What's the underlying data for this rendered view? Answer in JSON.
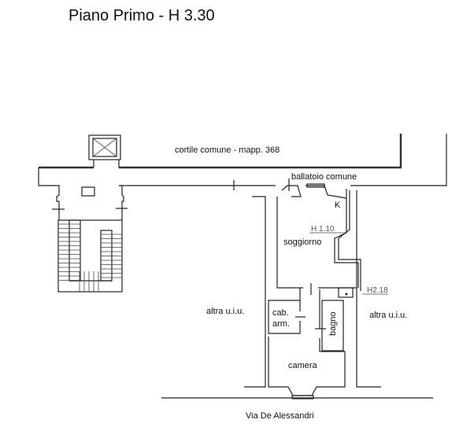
{
  "title": "Piano Primo - H 3.30",
  "labels": {
    "courtyard": "cortile comune - mapp. 368",
    "balcony": "ballatoio comune",
    "kitchen": "K",
    "height_1": "H 1.10",
    "living": "soggiorno",
    "height_2": "H2.18",
    "other_unit_left": "altra u.i.u.",
    "other_unit_right": "altra u.i.u.",
    "closet_1": "cab.",
    "closet_2": "arm.",
    "bathroom": "bagno",
    "bedroom": "camera",
    "street": "Via De Alessandri"
  }
}
